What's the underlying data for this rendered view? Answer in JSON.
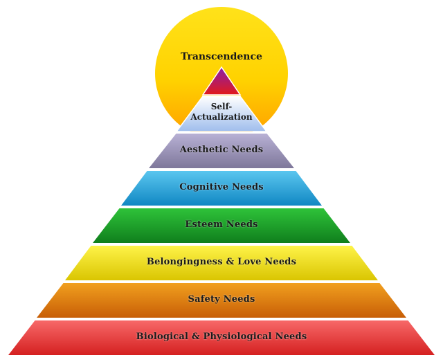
{
  "diagram": {
    "sun_label": "Transcendence",
    "apex": {
      "line1": "Self-",
      "line2": "Actualization"
    },
    "levels": [
      {
        "label": "Aesthetic Needs",
        "color_top": "#b9b2d6",
        "color_bottom": "#7d7699"
      },
      {
        "label": "Cognitive Needs",
        "color_top": "#5cc7f0",
        "color_bottom": "#0f86c2"
      },
      {
        "label": "Esteem Needs",
        "color_top": "#2fc43a",
        "color_bottom": "#0f7d1c"
      },
      {
        "label": "Belongingness & Love Needs",
        "color_top": "#fff44a",
        "color_bottom": "#d9c400"
      },
      {
        "label": "Safety Needs",
        "color_top": "#f2a11f",
        "color_bottom": "#c75d06"
      },
      {
        "label": "Biological & Physiological Needs",
        "color_top": "#f86a6a",
        "color_bottom": "#d41f1f"
      }
    ],
    "sun_colors": {
      "top": "#ffe21a",
      "bottom": "#ff9d00"
    },
    "apex_tip_colors": {
      "top": "#8a1faa",
      "bottom": "#e21a1a"
    },
    "apex_band_colors": {
      "top": "#ffffff",
      "bottom": "#9fbdec"
    }
  }
}
